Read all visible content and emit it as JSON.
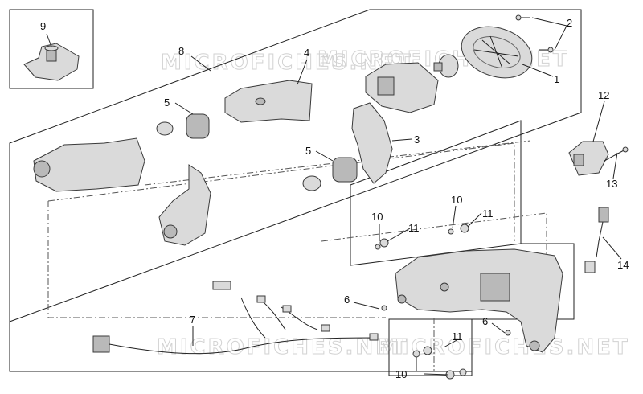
{
  "watermark": "MICROFICHES.NET",
  "callouts": {
    "c1": "1",
    "c2": "2",
    "c3": "3",
    "c4": "4",
    "c5a": "5",
    "c5b": "5",
    "c6a": "6",
    "c6b": "6",
    "c7": "7",
    "c8": "8",
    "c9": "9",
    "c10a": "10",
    "c10b": "10",
    "c10c": "10",
    "c11a": "11",
    "c11b": "11",
    "c11c": "11",
    "c12": "12",
    "c13": "13",
    "c14": "14"
  }
}
